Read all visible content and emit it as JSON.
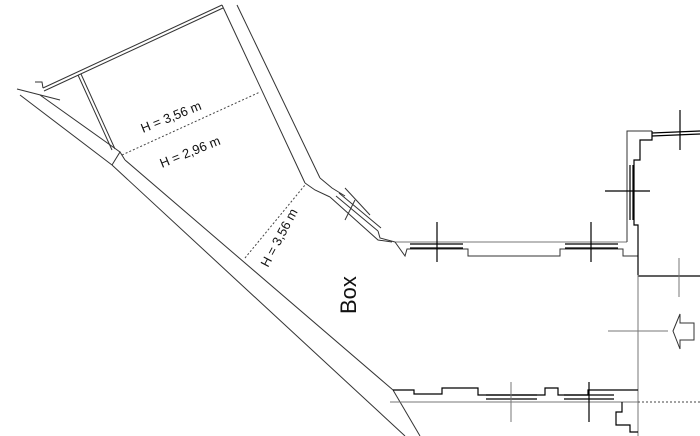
{
  "labels": {
    "height_upper": "H = 3,56 m",
    "height_middle": "H = 2,96 m",
    "height_lower": "H = 3,56 m",
    "room": "Box"
  },
  "colors": {
    "line": "#333333",
    "background": "#ffffff"
  }
}
